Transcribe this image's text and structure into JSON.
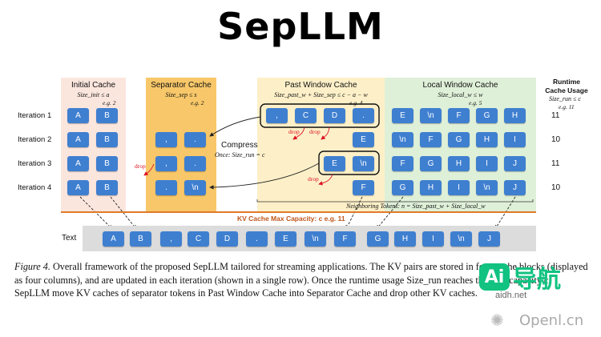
{
  "header": {
    "title": "SepLLM"
  },
  "columns": {
    "initial": {
      "title": "Initial Cache",
      "constraint": "Size_init ≤ a",
      "eg": "e.g. 2"
    },
    "separator": {
      "title": "Separator Cache",
      "constraint": "Size_sep ≤ s",
      "eg": "e.g. 2"
    },
    "past": {
      "title": "Past Window Cache",
      "constraint": "Size_past_w + Size_sep ≤ c − a − w",
      "eg": "e.g. 4"
    },
    "local": {
      "title": "Local Window Cache",
      "constraint": "Size_local_w ≤ w",
      "eg": "e.g. 5"
    },
    "usage": {
      "title_line1": "Runtime",
      "title_line2": "Cache Usage",
      "constraint": "Size_run ≤ c",
      "eg": "e.g. 11"
    }
  },
  "iterations": [
    {
      "label": "Iteration 1",
      "usage": "11",
      "init": [
        "A",
        "B"
      ],
      "sep": [],
      "past": [
        ",",
        "C",
        "D",
        "."
      ],
      "local": [
        "E",
        "\\n",
        "F",
        "G",
        "H"
      ]
    },
    {
      "label": "Iteration 2",
      "usage": "10",
      "init": [
        "A",
        "B"
      ],
      "sep": [
        ",",
        "."
      ],
      "past": [
        "E"
      ],
      "local": [
        "\\n",
        "F",
        "G",
        "H",
        "I"
      ]
    },
    {
      "label": "Iteration 3",
      "usage": "11",
      "init": [
        "A",
        "B"
      ],
      "sep": [
        ",",
        "."
      ],
      "past": [
        "E",
        "\\n"
      ],
      "local": [
        "F",
        "G",
        "H",
        "I",
        "J"
      ]
    },
    {
      "label": "Iteration 4",
      "usage": "10",
      "init": [
        "A",
        "B"
      ],
      "sep": [
        ".",
        "\\n"
      ],
      "past": [
        "F"
      ],
      "local": [
        "G",
        "H",
        "I",
        "\\n",
        "J"
      ]
    }
  ],
  "annotations": {
    "compress": "Compress",
    "once": "Once: Size_run = c",
    "drop": "drop",
    "neighboring": "Neighboring Tokens: n = Size_past_w + Size_local_w",
    "capacity": "KV Cache Max Capacity: c   e.g. 11"
  },
  "text_row": {
    "label": "Text",
    "tokens": [
      "A",
      "B",
      ",",
      "C",
      "D",
      ".",
      "E",
      "\\n",
      "F",
      "G",
      "H",
      "I",
      "\\n",
      "J"
    ]
  },
  "caption": {
    "fig": "Figure 4.",
    "text": " Overall framework of the proposed SepLLM tailored for streaming applications. The KV pairs are stored in four cache blocks (displayed as four columns), and are updated in each iteration (shown in a single row). Once the runtime usage Size_run reaches the max capacity c, SepLLM move KV caches of separator tokens in Past Window Cache into Separator Cache and drop other KV caches."
  },
  "watermarks": {
    "badge": "Ai",
    "badge_cn": "导航",
    "site": "aidh.net",
    "brand": "Openl.cn"
  },
  "colors": {
    "block": "#3f7fd0",
    "initial_bg": "#fbe6de",
    "separator_bg": "#f7c769",
    "past_bg": "#fdf0c8",
    "local_bg": "#dff0d8",
    "capacity": "#e07a2a",
    "drop": "#dd1122"
  }
}
